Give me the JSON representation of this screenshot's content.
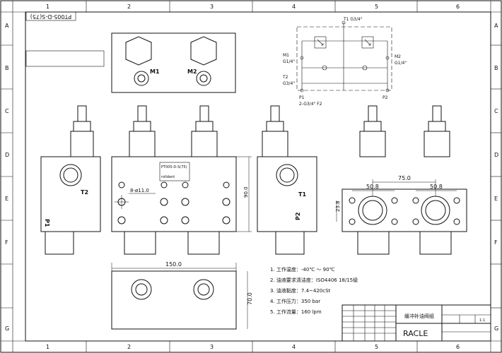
{
  "frame": {
    "columns": [
      "1",
      "2",
      "3",
      "4",
      "5",
      "6"
    ],
    "rows": [
      "A",
      "B",
      "C",
      "D",
      "E",
      "F",
      "G"
    ]
  },
  "drawing_number": "PT005-D-S(75)",
  "hydraulic_schematic": {
    "ports": {
      "T1": "T1 G3/4\"",
      "M1": "M1",
      "M1_thread": "G1/4\"",
      "M2": "M2",
      "M2_thread": "G1/4\"",
      "T2": "T2",
      "T2_thread": "G3/4\"",
      "P1": "P1",
      "P2": "P2",
      "bottom_note": "2-G3/4\" F2"
    }
  },
  "block_labels": {
    "m1": "M1",
    "m2": "M2",
    "t2": "T2",
    "t1": "T1",
    "p1": "P1",
    "p2": "P2"
  },
  "nameplate": {
    "model": "PT005-D-S(75)",
    "brand_line": "rolldent"
  },
  "dimensions": {
    "holes": "8-ø11.0",
    "height_90": "90.0",
    "width_75": "75.0",
    "pitch_left": "50.8",
    "pitch_right": "50.8",
    "offset": "23.8",
    "width_150": "150.0",
    "height_70": "70.0"
  },
  "specs": [
    "1. 工作温度：-40℃ ～ 90℃",
    "2. 油液要求清洁度：ISO4406 18/15级",
    "3. 油液黏度：7.4~420cSt",
    "4. 工作压力：350 bar",
    "5. 工作流量：160 lpm"
  ],
  "title_block": {
    "title": "缓冲补油阀组",
    "company": "RACLE",
    "scale": "1:1"
  }
}
